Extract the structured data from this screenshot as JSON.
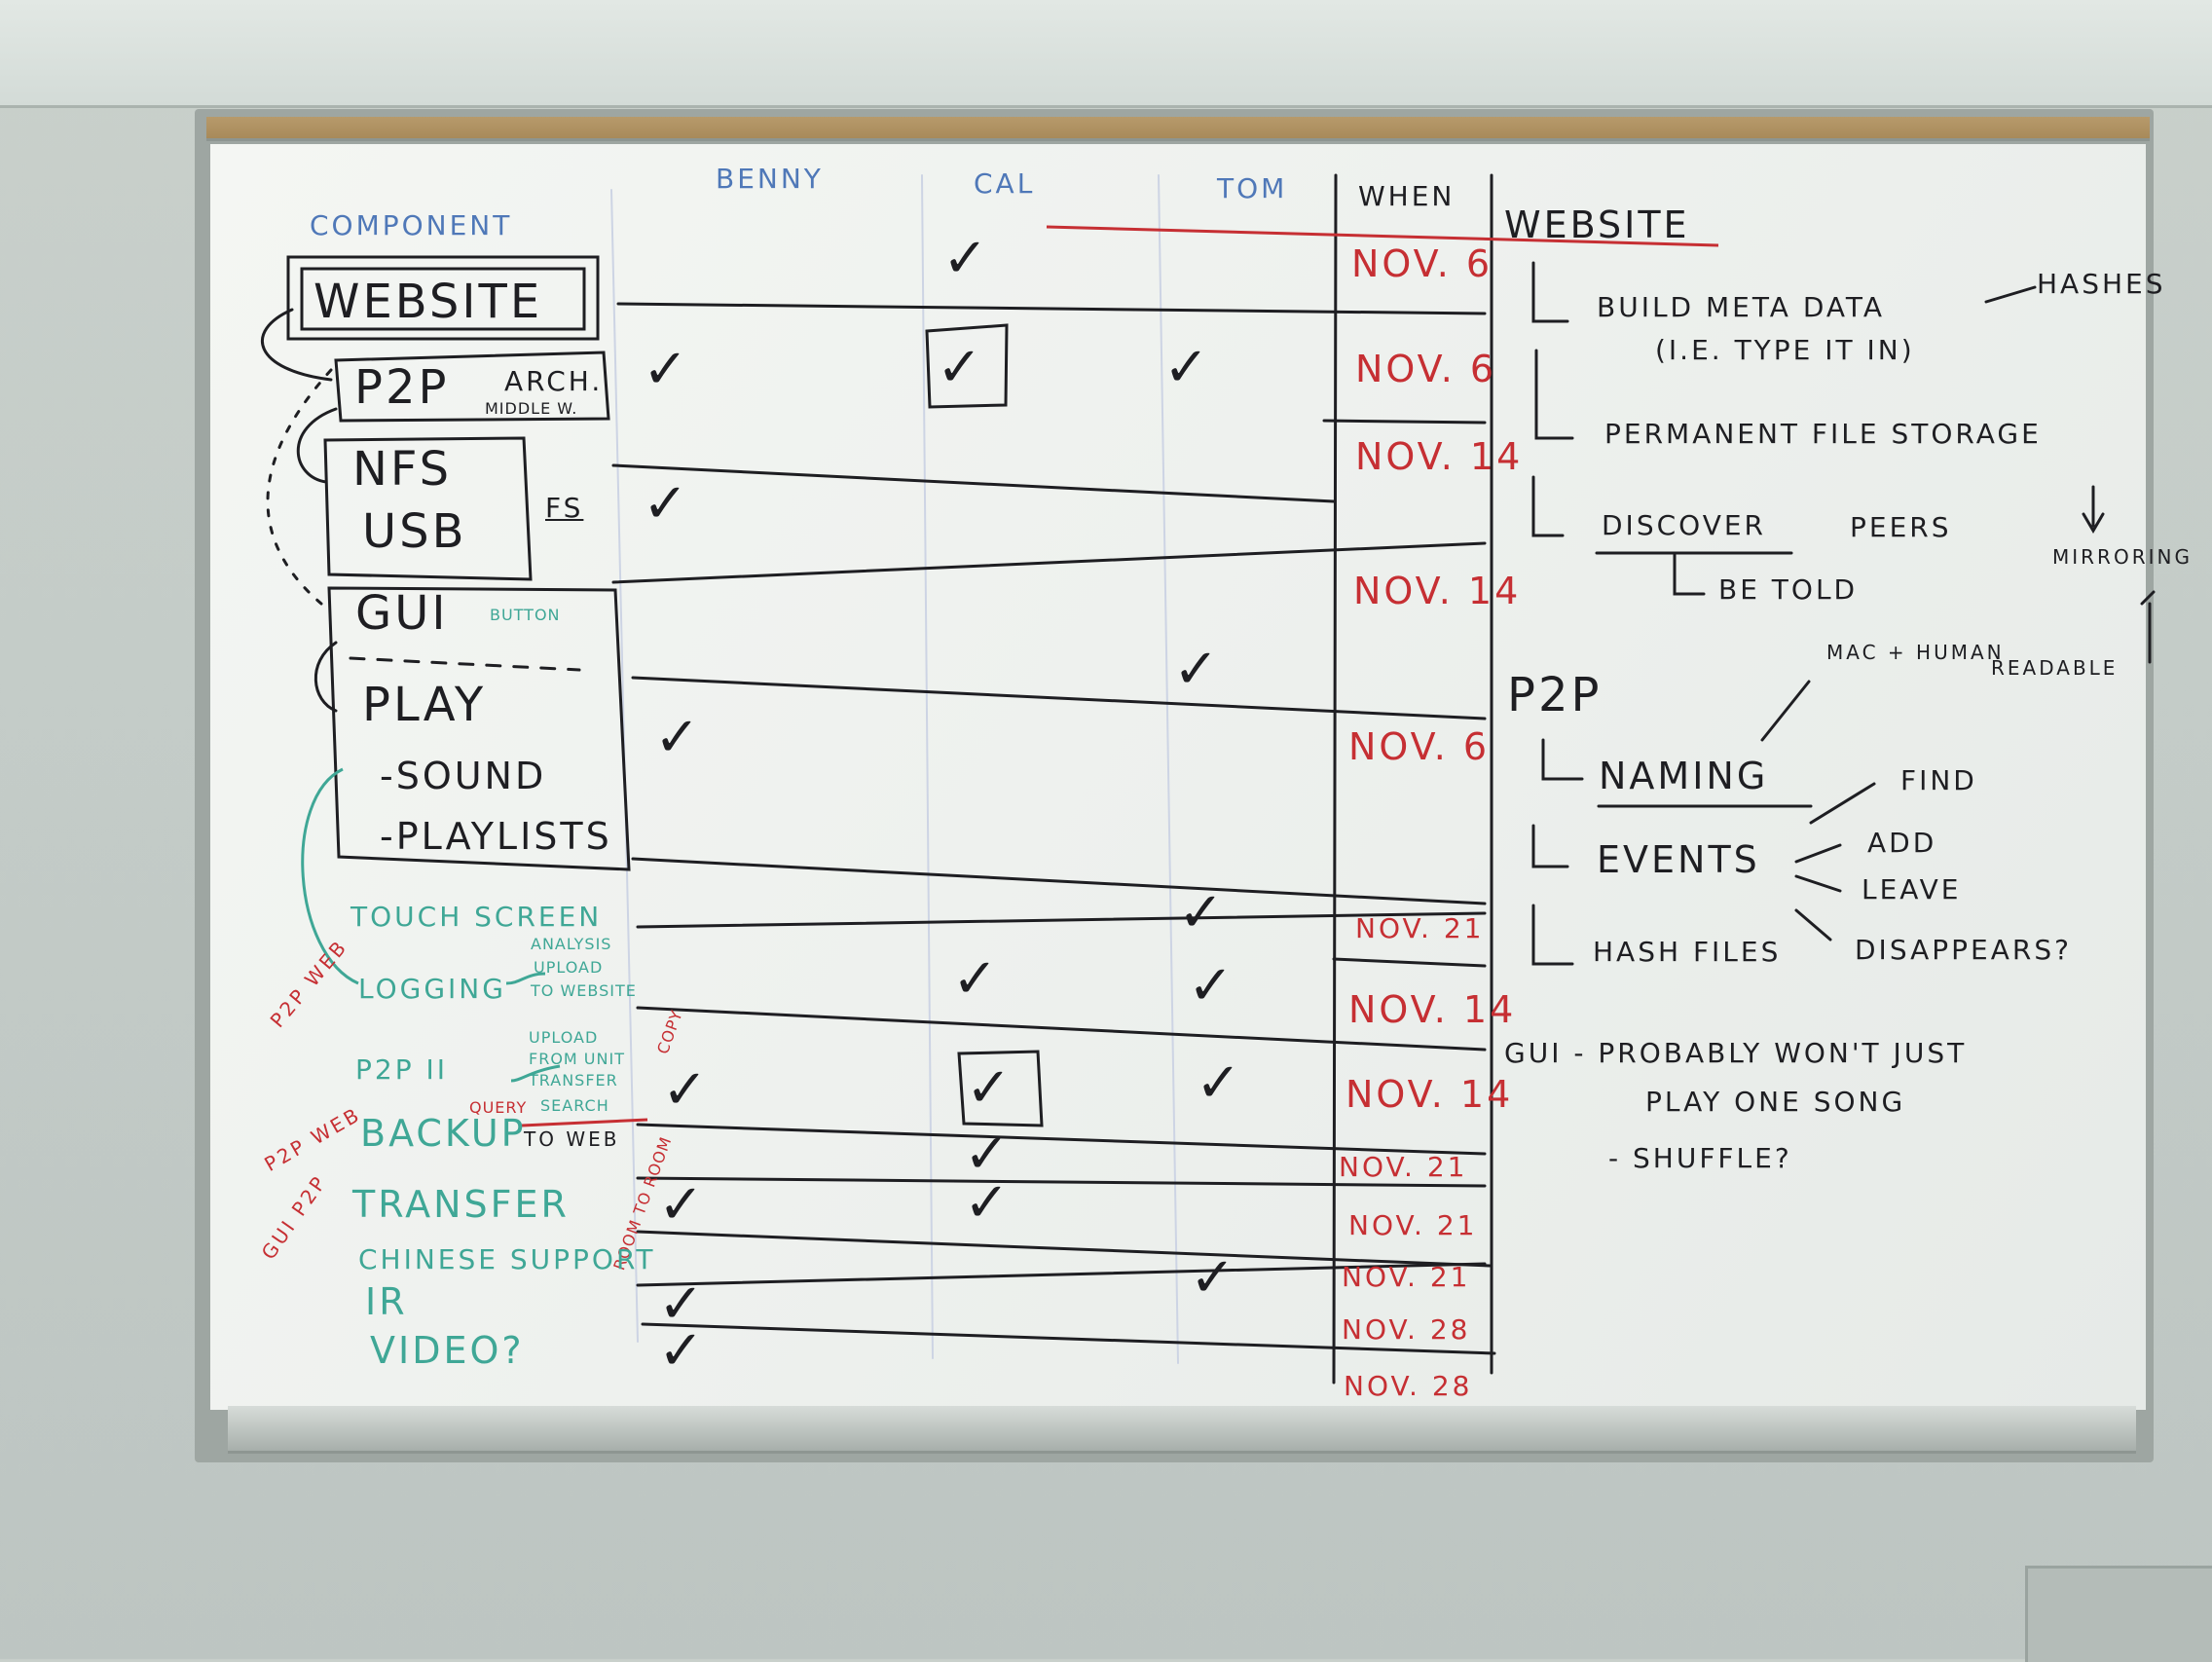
{
  "header": {
    "component": "COMPONENT",
    "people": [
      "BENNY",
      "CAL",
      "TOM"
    ],
    "when": "WHEN"
  },
  "components": {
    "website": "WEBSITE",
    "p2p_arch": "P2P",
    "p2p_arch_suffix": "ARCH.",
    "p2p_middleware": "MIDDLE W.",
    "nfs": "NFS",
    "usb": "USB",
    "fs": "FS",
    "gui": "GUI",
    "gui_button": "BUTTON",
    "play": "PLAY",
    "sound": "-SOUND",
    "playlists": "-PLAYLISTS",
    "touch_screen": "TOUCH SCREEN",
    "logging": "LOGGING",
    "logging_analysis": "ANALYSIS",
    "logging_upload": "UPLOAD",
    "logging_to_website": "TO WEBSITE",
    "p2p_ii": "P2P II",
    "p2p_upload": "UPLOAD",
    "p2p_from_unit": "FROM UNIT",
    "p2p_transfer": "TRANSFER",
    "p2p_copy": "COPY",
    "query": "QUERY",
    "search": "SEARCH",
    "backup": "BACKUP",
    "to_web": "TO WEB",
    "transfer": "TRANSFER",
    "room_to_room": "ROOM TO ROOM",
    "chinese_support": "CHINESE SUPPORT",
    "ir": "IR",
    "video": "VIDEO?"
  },
  "side_labels": {
    "p2p_web_1": "P2P WEB",
    "p2p_web_2": "P2P WEB",
    "gui_p2p": "GUI P2P"
  },
  "dates": [
    "NOV. 6",
    "NOV. 6",
    "NOV. 14",
    "NOV. 14",
    "NOV. 6",
    "NOV. 21",
    "NOV. 14",
    "NOV. 14",
    "NOV. 21",
    "NOV. 21",
    "NOV. 21",
    "NOV. 28",
    "NOV. 28"
  ],
  "notes": {
    "website_heading": "WEBSITE",
    "build_meta": "BUILD META DATA",
    "type_it_in": "(I.E. TYPE IT IN)",
    "hashes": "HASHES",
    "permanent": "PERMANENT FILE STORAGE",
    "discover": "DISCOVER",
    "peers": "PEERS",
    "be_told": "BE TOLD",
    "mirroring": "MIRRORING",
    "mac_human": "MAC + HUMAN",
    "readable": "READABLE",
    "p2p_heading": "P2P",
    "naming": "NAMING",
    "find": "FIND",
    "events": "EVENTS",
    "add": "ADD",
    "leave": "LEAVE",
    "hash_files": "HASH FILES",
    "disappears": "DISAPPEARS?",
    "gui_probably": "GUI - PROBABLY WON'T JUST",
    "play_one_song": "PLAY ONE SONG",
    "shuffle": "- SHUFFLE?"
  },
  "checkmark": "✓",
  "colors": {
    "header_blue": "#4f78b8",
    "marker_black": "#1e1e22",
    "marker_red": "#c62f33",
    "marker_teal": "#3fa796",
    "board_white": "#f1f4f1"
  }
}
